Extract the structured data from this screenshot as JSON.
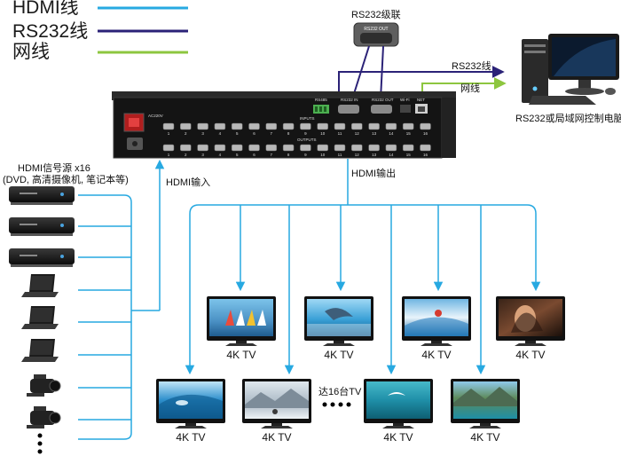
{
  "legend": [
    {
      "label": "HDMI线",
      "color": "#27a9e1"
    },
    {
      "label": "RS232线",
      "color": "#2b2277"
    },
    {
      "label": "网线",
      "color": "#8dc63f"
    }
  ],
  "rs232_cascade": {
    "title": "RS232级联",
    "connector_label": "RS232 OUT"
  },
  "pc": {
    "label": "RS232或局域网控制电脑",
    "rs232_link": "RS232线",
    "net_link": "网线"
  },
  "matrix": {
    "port_labels": {
      "rs485": "RS485",
      "rs232_in": "RS232 IN",
      "rs232_out": "RS232 OUT",
      "wifi": "Wi-Fi",
      "net": "NET",
      "inputs": "INPUTS",
      "outputs": "OUTPUTS"
    },
    "power_label": "AC220V",
    "port_numbers": [
      "1",
      "2",
      "3",
      "4",
      "5",
      "6",
      "7",
      "8",
      "9",
      "10",
      "11",
      "12",
      "13",
      "14",
      "15",
      "16"
    ]
  },
  "sources": {
    "title": "HDMI信号源 x16",
    "subtitle": "(DVD, 高清摄像机, 笔记本等)",
    "devices": [
      "dvd-player",
      "dvd-player",
      "dvd-player",
      "laptop",
      "laptop",
      "laptop",
      "camcorder",
      "camcorder"
    ]
  },
  "hdmi_in_label": "HDMI输入",
  "hdmi_out_label": "HDMI输出",
  "tv_label": "4K TV",
  "tv_count_label": "达16台TV",
  "tvs": [
    {
      "id": 1,
      "scene": "sailboats",
      "label": "4K TV"
    },
    {
      "id": 2,
      "scene": "dolphin",
      "label": "4K TV"
    },
    {
      "id": 3,
      "scene": "surfer",
      "label": "4K TV"
    },
    {
      "id": 4,
      "scene": "woman",
      "label": "4K TV"
    },
    {
      "id": 5,
      "scene": "wave",
      "label": "4K TV"
    },
    {
      "id": 6,
      "scene": "snow-mountain",
      "label": "4K TV"
    },
    {
      "id": 7,
      "scene": "sea-bird",
      "label": "4K TV"
    },
    {
      "id": 8,
      "scene": "mountain-lake",
      "label": "4K TV"
    }
  ]
}
